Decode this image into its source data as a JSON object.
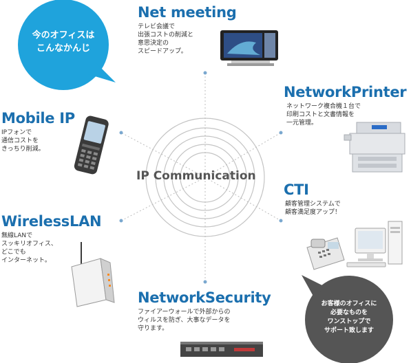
{
  "intro_bubble": {
    "text": "今のオフィスは\nこんなかんじ",
    "color": "#1fa3dc"
  },
  "center": {
    "label": "IP Communication"
  },
  "sections": {
    "net_meeting": {
      "title": "Net meeting",
      "desc": "テレビ会議で\n出張コストの削減と\n意思決定の\nスピードアップ。"
    },
    "network_printer": {
      "title": "NetworkPrinter",
      "desc": "ネットワーク複合機１台で\n印刷コストと文書情報を\n一元管理。"
    },
    "mobile_ip": {
      "title": "Mobile IP",
      "desc": "IPフォンで\n通信コストを\nきっちり削減。"
    },
    "cti": {
      "title": "CTI",
      "desc": "顧客管理システムで\n顧客満足度アップ！"
    },
    "wireless_lan": {
      "title": "WirelessLAN",
      "desc": "無線LANで\nスッキリオフィス、\nどこでも\nインターネット。"
    },
    "network_security": {
      "title": "NetworkSecurity",
      "desc": "ファイアーウォールで外部からの\nウィルスを防ぎ、大事なデータを\n守ります。"
    }
  },
  "outro_bubble": {
    "text": "お客様のオフィスに\n必要なものを\nワンストップで\nサポート致します",
    "color": "#555555"
  },
  "colors": {
    "title": "#1b6fae",
    "text": "#333333",
    "rings": "#c8c8c8"
  }
}
